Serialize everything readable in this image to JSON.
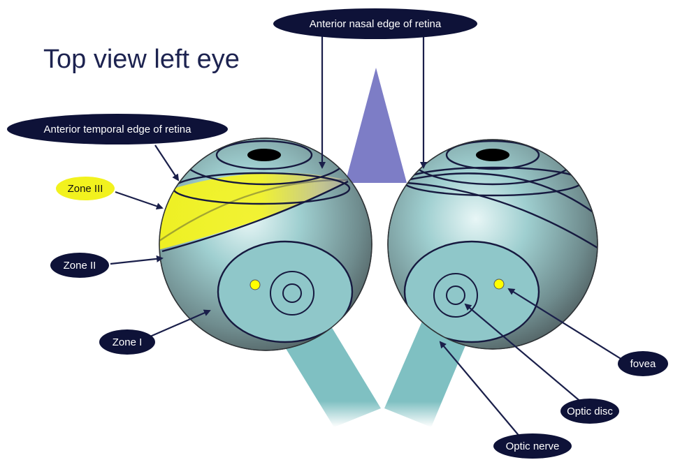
{
  "title": "Top view left eye",
  "labels": {
    "anterior_nasal": "Anterior nasal edge of retina",
    "anterior_temporal": "Anterior temporal edge of retina",
    "zone3": "Zone III",
    "zone2": "Zone II",
    "zone1": "Zone I",
    "fovea": "fovea",
    "optic_disc": "Optic disc",
    "optic_nerve": "Optic nerve"
  },
  "colors": {
    "label_pill": "#0e1238",
    "zone3_highlight": "#f2f21e",
    "nose_triangle": "#7d7dc6",
    "globe_tint": "#8fc7c9",
    "optic_nerve": "#7fc0c2",
    "fovea_dot": "#ffff00"
  }
}
